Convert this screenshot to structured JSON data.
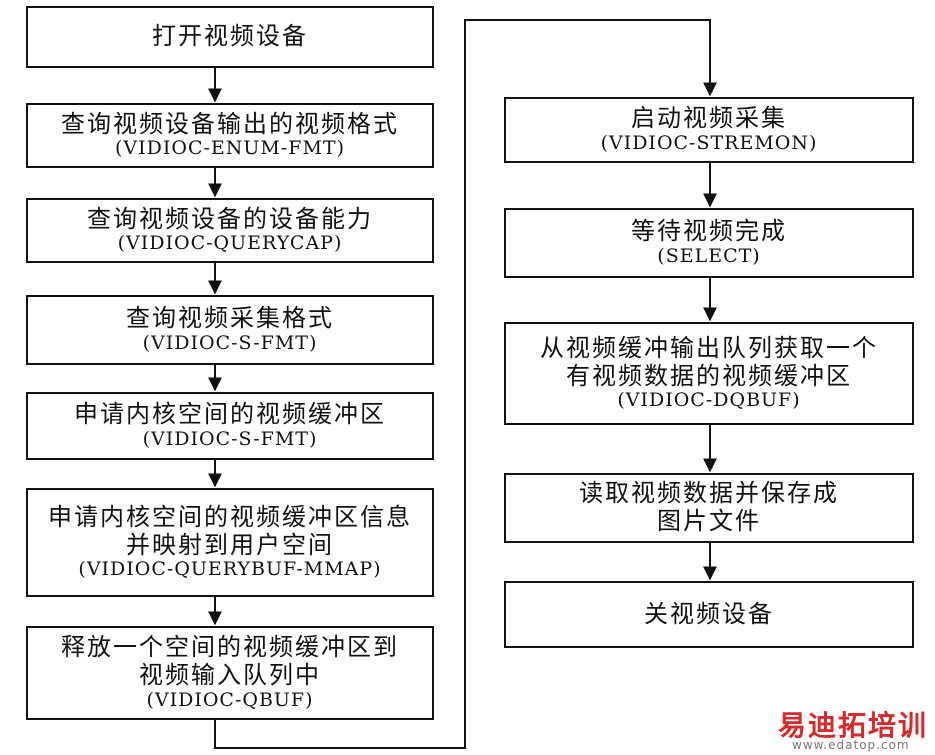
{
  "steps_left": [
    {
      "zh": [
        "打开视频设备"
      ],
      "code": ""
    },
    {
      "zh": [
        "查询视频设备输出的视频格式"
      ],
      "code": "(VIDIOC-ENUM-FMT)"
    },
    {
      "zh": [
        "查询视频设备的设备能力"
      ],
      "code": "(VIDIOC-QUERYCAP)"
    },
    {
      "zh": [
        "查询视频采集格式"
      ],
      "code": "(VIDIOC-S-FMT)"
    },
    {
      "zh": [
        "申请内核空间的视频缓冲区"
      ],
      "code": "(VIDIOC-S-FMT)"
    },
    {
      "zh": [
        "申请内核空间的视频缓冲区信息",
        "并映射到用户空间"
      ],
      "code": "(VIDIOC-QUERYBUF-MMAP)"
    },
    {
      "zh": [
        "释放一个空间的视频缓冲区到",
        "视频输入队列中"
      ],
      "code": "(VIDIOC-QBUF)"
    }
  ],
  "steps_right": [
    {
      "zh": [
        "启动视频采集"
      ],
      "code": "(VIDIOC-STREMON)"
    },
    {
      "zh": [
        "等待视频完成"
      ],
      "code": "(SELECT)"
    },
    {
      "zh": [
        "从视频缓冲输出队列获取一个",
        "有视频数据的视频缓冲区"
      ],
      "code": "(VIDIOC-DQBUF)"
    },
    {
      "zh": [
        "读取视频数据并保存成",
        "图片文件"
      ],
      "code": ""
    },
    {
      "zh": [
        "关视频设备"
      ],
      "code": ""
    }
  ],
  "watermark": {
    "brand": "易迪拓培训",
    "url": "www.edatop.com"
  }
}
